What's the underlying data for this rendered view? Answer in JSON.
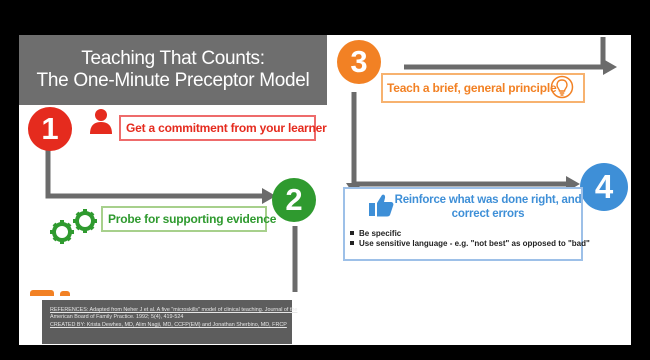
{
  "title": {
    "line1": "Teaching That Counts:",
    "line2": "The One-Minute Preceptor Model"
  },
  "steps": [
    {
      "number": "1",
      "label": "Get a commitment from your learner",
      "icon": "person-icon",
      "color": "#e52b1e",
      "box_color": "#ee6b6b"
    },
    {
      "number": "2",
      "label": "Probe for supporting evidence",
      "icon": "gears-icon",
      "color": "#2f9a2f",
      "box_color": "#a7d08c"
    },
    {
      "number": "3",
      "label": "Teach a brief, general principle",
      "icon": "lightbulb-icon",
      "color": "#f28124",
      "box_color": "#f7b26f"
    },
    {
      "number": "4",
      "label_line1": "Reinforce what was done right, and",
      "label_line2": "correct errors",
      "icon": "thumbs-up-icon",
      "color": "#3e8fd7",
      "box_color": "#9dc0e8"
    }
  ],
  "step4_bullets": [
    "Be specific",
    "Use sensitive language - e.g. \"not best\" as opposed to \"bad\""
  ],
  "references": {
    "line1": "REFERENCES: Adapted from Neher J et al. A five \"microskills\" model of clinical teaching. Journal of the",
    "line2": "American Board of Family Practice. 1992; 5(4), 419-524",
    "line3": "CREATED BY: Krista Dewhes, MD, Alim Nagji, MD, CCFP(EM) and Jonathan Sherbino, MD, FRCP"
  },
  "colors": {
    "arrow": "#6b6b6b",
    "title_bg": "#6e6e6e",
    "ref_bg": "#5d5d5d"
  }
}
